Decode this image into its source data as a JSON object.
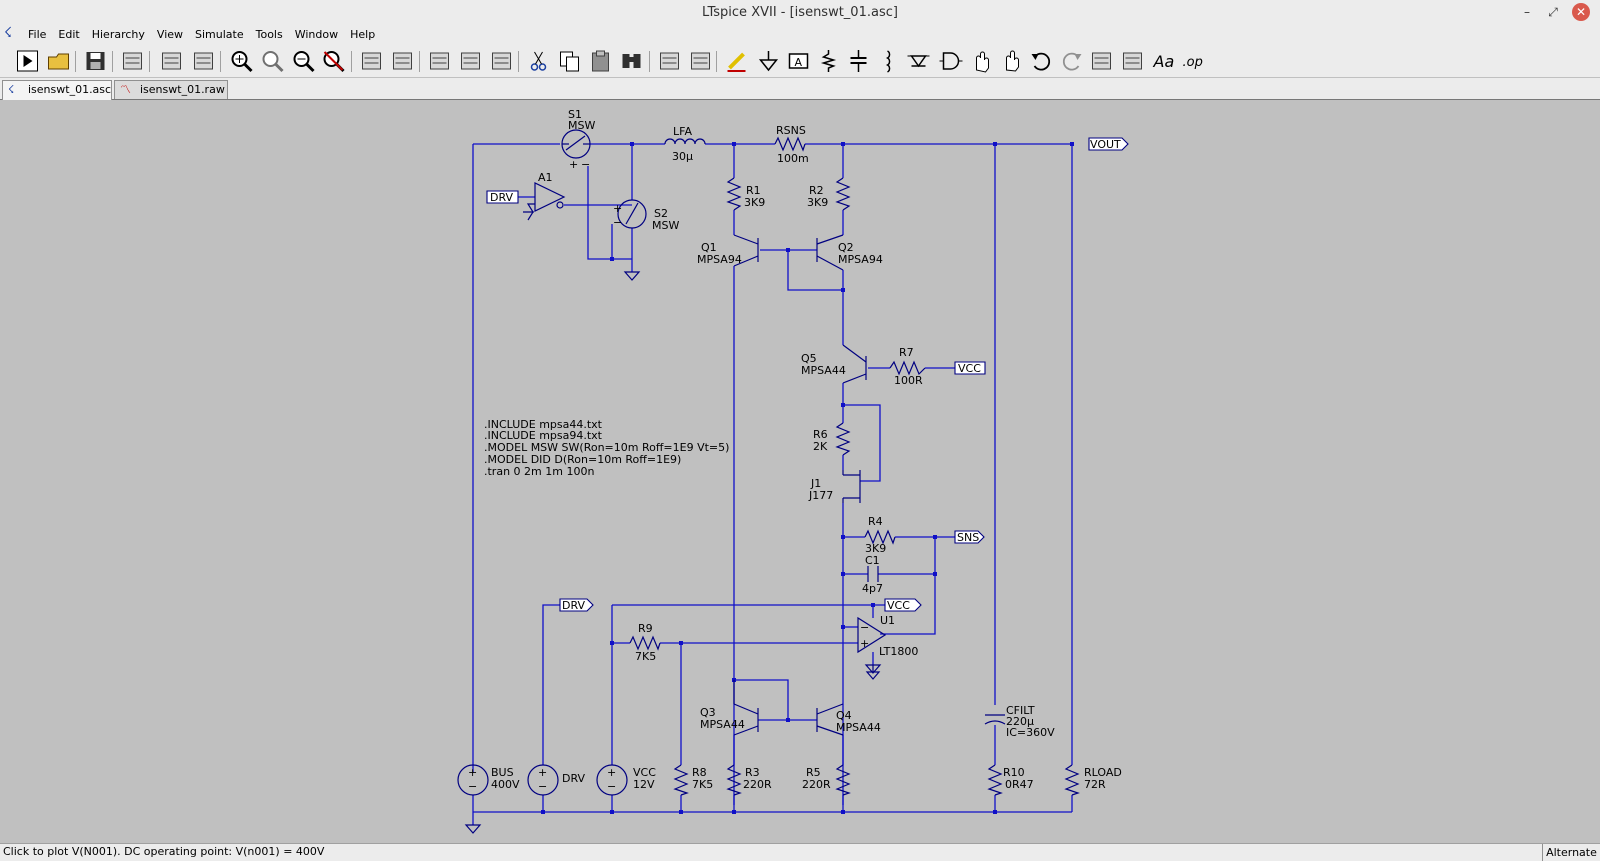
{
  "window": {
    "title": "LTspice XVII - [isenswt_01.asc]",
    "minimize_glyph": "–",
    "maximize_glyph": "⤢",
    "close_glyph": "✕"
  },
  "menu": [
    "File",
    "Edit",
    "Hierarchy",
    "View",
    "Simulate",
    "Tools",
    "Window",
    "Help"
  ],
  "toolbar_icons": [
    "run-icon",
    "open-icon",
    "save-icon",
    "control-panel-icon",
    "halt-icon",
    "pause-icon",
    "zoom-in-icon",
    "zoom-fit-icon",
    "zoom-out-icon",
    "zoom-cancel-icon",
    "waveform-icon",
    "netlist-icon",
    "tile-icon",
    "cascade-icon",
    "close-all-icon",
    "cut-icon",
    "copy-icon",
    "paste-icon",
    "find-icon",
    "print-icon",
    "print-setup-icon",
    "draw-wire-icon",
    "ground-icon",
    "label-net-icon",
    "resistor-icon",
    "capacitor-icon",
    "inductor-icon",
    "diode-icon",
    "component-icon",
    "move-icon",
    "drag-icon",
    "undo-icon",
    "redo-icon",
    "rotate-icon",
    "mirror-icon",
    "text-icon",
    "spice-directive-icon"
  ],
  "tabs": [
    {
      "label": "isenswt_01.asc",
      "active": true
    },
    {
      "label": "isenswt_01.raw",
      "active": false
    }
  ],
  "schematic": {
    "components": {
      "S1": {
        "ref": "S1",
        "value": "MSW"
      },
      "S2": {
        "ref": "S2",
        "value": "MSW"
      },
      "A1": {
        "ref": "A1"
      },
      "LFA": {
        "ref": "LFA",
        "value": "30µ"
      },
      "RSNS": {
        "ref": "RSNS",
        "value": "100m"
      },
      "R1": {
        "ref": "R1",
        "value": "3K9"
      },
      "R2": {
        "ref": "R2",
        "value": "3K9"
      },
      "Q1": {
        "ref": "Q1",
        "value": "MPSA94"
      },
      "Q2": {
        "ref": "Q2",
        "value": "MPSA94"
      },
      "Q5": {
        "ref": "Q5",
        "value": "MPSA44"
      },
      "R7": {
        "ref": "R7",
        "value": "100R"
      },
      "R6": {
        "ref": "R6",
        "value": "2K"
      },
      "J1": {
        "ref": "J1",
        "value": "J177"
      },
      "R4": {
        "ref": "R4",
        "value": "3K9"
      },
      "C1": {
        "ref": "C1",
        "value": "4p7"
      },
      "U1": {
        "ref": "U1",
        "value": "LT1800"
      },
      "R9": {
        "ref": "R9",
        "value": "7K5"
      },
      "Q3": {
        "ref": "Q3",
        "value": "MPSA44"
      },
      "Q4": {
        "ref": "Q4",
        "value": "MPSA44"
      },
      "CFILT": {
        "ref": "CFILT",
        "value": "220µ",
        "extra": "IC=360V"
      },
      "BUS": {
        "ref": "BUS",
        "value": "400V"
      },
      "DRV": {
        "ref": "DRV"
      },
      "VCC": {
        "ref": "VCC",
        "value": "12V"
      },
      "R8": {
        "ref": "R8",
        "value": "7K5"
      },
      "R3": {
        "ref": "R3",
        "value": "220R"
      },
      "R5": {
        "ref": "R5",
        "value": "220R"
      },
      "R10": {
        "ref": "R10",
        "value": "0R47"
      },
      "RLOAD": {
        "ref": "RLOAD",
        "value": "72R"
      }
    },
    "net_labels": {
      "vout": "VOUT",
      "drv_in": "DRV",
      "vcc_q5": "VCC",
      "sns": "SNS",
      "drv_src": "DRV",
      "vcc_u1": "VCC"
    },
    "directives": [
      ".INCLUDE mpsa44.txt",
      ".INCLUDE mpsa94.txt",
      ".MODEL MSW SW(Ron=10m Roff=1E9 Vt=5)",
      ".MODEL DID D(Ron=10m Roff=1E9)",
      ".tran 0 2m 1m 100n"
    ]
  },
  "status": {
    "message": "Click to plot V(N001).  DC operating point: V(n001) = 400V",
    "mode": "Alternate"
  },
  "colors": {
    "wire": "#1010c8",
    "symbol": "#000080",
    "text": "#000000",
    "background": "#c0c0c0"
  }
}
